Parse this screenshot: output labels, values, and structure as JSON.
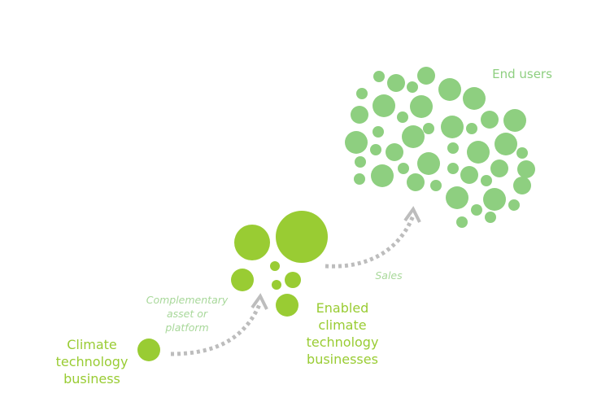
{
  "colors": {
    "business": "#99cc33",
    "end_users": "#8ecf80",
    "arrow": "#bdbdbd",
    "italic_text": "#a8d89a"
  },
  "labels": {
    "climate_business": [
      "Climate",
      "technology",
      "business"
    ],
    "complementary": [
      "Complementary",
      "asset or",
      "platform"
    ],
    "enabled": [
      "Enabled",
      "climate",
      "technology",
      "businesses"
    ],
    "sales": "Sales",
    "end_users": "End users"
  }
}
